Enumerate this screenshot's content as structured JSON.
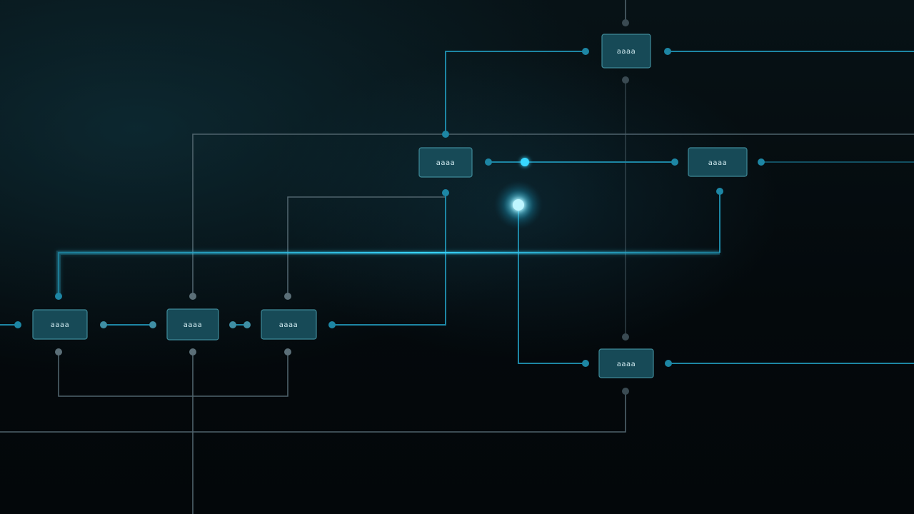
{
  "colors": {
    "background": "#050a0d",
    "line_primary": "#1f8fae",
    "line_dim": "#5b6f78",
    "node_fill": "#18505e",
    "node_border": "#3f8a99",
    "glow": "#39d7ff"
  },
  "nodes": [
    {
      "id": "n1",
      "label": "aaaa"
    },
    {
      "id": "n2",
      "label": "aaaa"
    },
    {
      "id": "n3",
      "label": "aaaa"
    },
    {
      "id": "n4",
      "label": "aaaa"
    },
    {
      "id": "n5",
      "label": "aaaa"
    },
    {
      "id": "n6",
      "label": "aaaa"
    },
    {
      "id": "n7",
      "label": "aaaa"
    },
    {
      "id": "n8",
      "label": "aaaa"
    }
  ]
}
